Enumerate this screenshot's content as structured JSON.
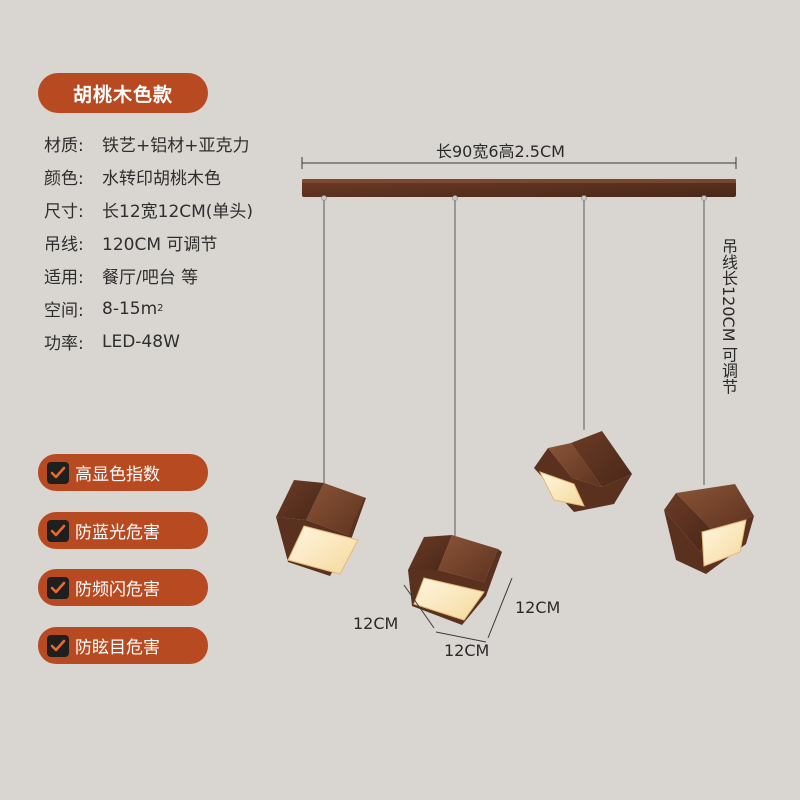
{
  "title": "胡桃木色款",
  "specs": [
    {
      "label": "材质:",
      "value": "铁艺+铝材+亚克力"
    },
    {
      "label": "颜色:",
      "value": "水转印胡桃木色"
    },
    {
      "label": "尺寸:",
      "value": "长12宽12CM(单头)"
    },
    {
      "label": "吊线:",
      "value": "120CM 可调节"
    },
    {
      "label": "适用:",
      "value": "餐厅/吧台 等"
    },
    {
      "label": "空间:",
      "value": "8-15m",
      "sup": "2"
    },
    {
      "label": "功率:",
      "value": "LED-48W"
    }
  ],
  "features": [
    "高显色指数",
    "防蓝光危害",
    "防频闪危害",
    "防眩目危害"
  ],
  "dimensions": {
    "bar": "长90宽6高2.5CM",
    "cable": "吊线长120CM  可调节",
    "cube_left": "12CM",
    "cube_right": "12CM",
    "cube_bottom": "12CM"
  },
  "colors": {
    "accent": "#b84a22",
    "wood": "#6b3b26",
    "wood_dark": "#4e2a1b",
    "light": "#fbe9c4",
    "background": "#d9d6d1"
  }
}
